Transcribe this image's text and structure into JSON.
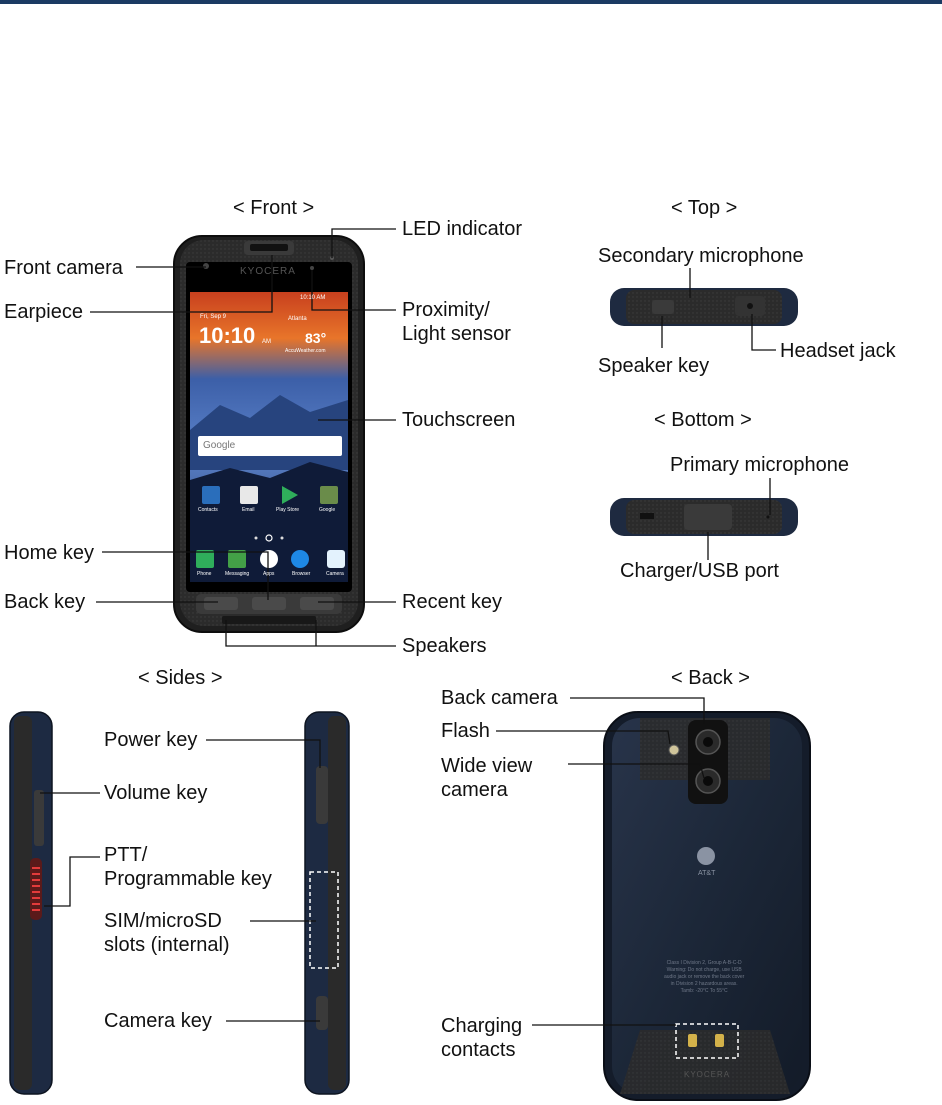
{
  "views": {
    "front": "< Front >",
    "top": "< Top >",
    "bottom": "< Bottom >",
    "sides": "< Sides >",
    "back": "< Back >"
  },
  "labels": {
    "front_camera": "Front camera",
    "earpiece": "Earpiece",
    "led_indicator": "LED indicator",
    "proximity_light_sensor": "Proximity/\nLight sensor",
    "touchscreen": "Touchscreen",
    "home_key": "Home key",
    "back_key": "Back key",
    "recent_key": "Recent key",
    "speakers": "Speakers",
    "secondary_microphone": "Secondary microphone",
    "speaker_key": "Speaker key",
    "headset_jack": "Headset jack",
    "primary_microphone": "Primary microphone",
    "charger_usb_port": "Charger/USB port",
    "power_key": "Power key",
    "volume_key": "Volume key",
    "ptt_programmable_key": "PTT/\nProgrammable key",
    "sim_microsd_slots": "SIM/microSD\nslots (internal)",
    "camera_key": "Camera key",
    "back_camera": "Back camera",
    "flash": "Flash",
    "wide_view_camera": "Wide view\ncamera",
    "charging_contacts": "Charging\ncontacts"
  },
  "screen": {
    "brand": "KYOCERA",
    "date": "Fri, Sep 9",
    "time": "10:10",
    "ampm": "AM",
    "city": "Atlanta",
    "temperature": "83°",
    "weather_source": "AccuWeather.com",
    "status_time": "10:10 AM",
    "search_placeholder": "Google",
    "apps_row1": [
      "Contacts",
      "Email",
      "Play Store",
      "Google"
    ],
    "dock": [
      "Phone",
      "Messaging",
      "Apps",
      "Browser",
      "Camera"
    ]
  },
  "back_print": {
    "logo": "AT&T",
    "regulatory_text": "Class I Division 2, Group A-B-C-D\nWarning: Do not charge, use USB\naudio jack or remove the back cover\nin Division 2 hazardous areas.\nTamb: -20°C To 55°C",
    "brand": "KYOCERA"
  }
}
